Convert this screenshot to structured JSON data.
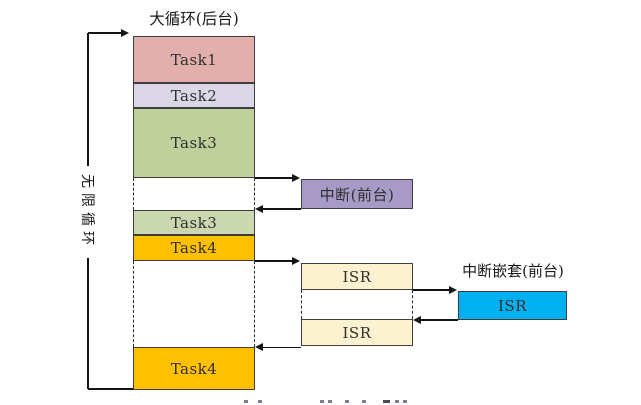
{
  "diagram": {
    "title": "大循环(后台)",
    "loop_label": "无限循环",
    "background_tasks": [
      {
        "label": "Task1",
        "color": "#e2afad"
      },
      {
        "label": "Task2",
        "color": "#dcd7e6"
      },
      {
        "label": "Task3",
        "color": "#c0d09a"
      },
      {
        "label": "Task3",
        "color": "#cbd7ae"
      },
      {
        "label": "Task4",
        "color": "#ffc000"
      },
      {
        "label": "Task4",
        "color": "#ffc000"
      }
    ],
    "interrupt": {
      "label": "中断(前台)",
      "color": "#a79ac6"
    },
    "nested_interrupt": {
      "title": "中断嵌套(前台)"
    },
    "isr_sequence": [
      {
        "label": "ISR",
        "color": "#fdf2d0"
      },
      {
        "label": "ISR",
        "color": "#00b0f0"
      },
      {
        "label": "ISR",
        "color": "#fdf2d0"
      }
    ],
    "colors": {
      "border": "#3d3d3d",
      "line": "#141414",
      "background": "#ffffff"
    }
  }
}
